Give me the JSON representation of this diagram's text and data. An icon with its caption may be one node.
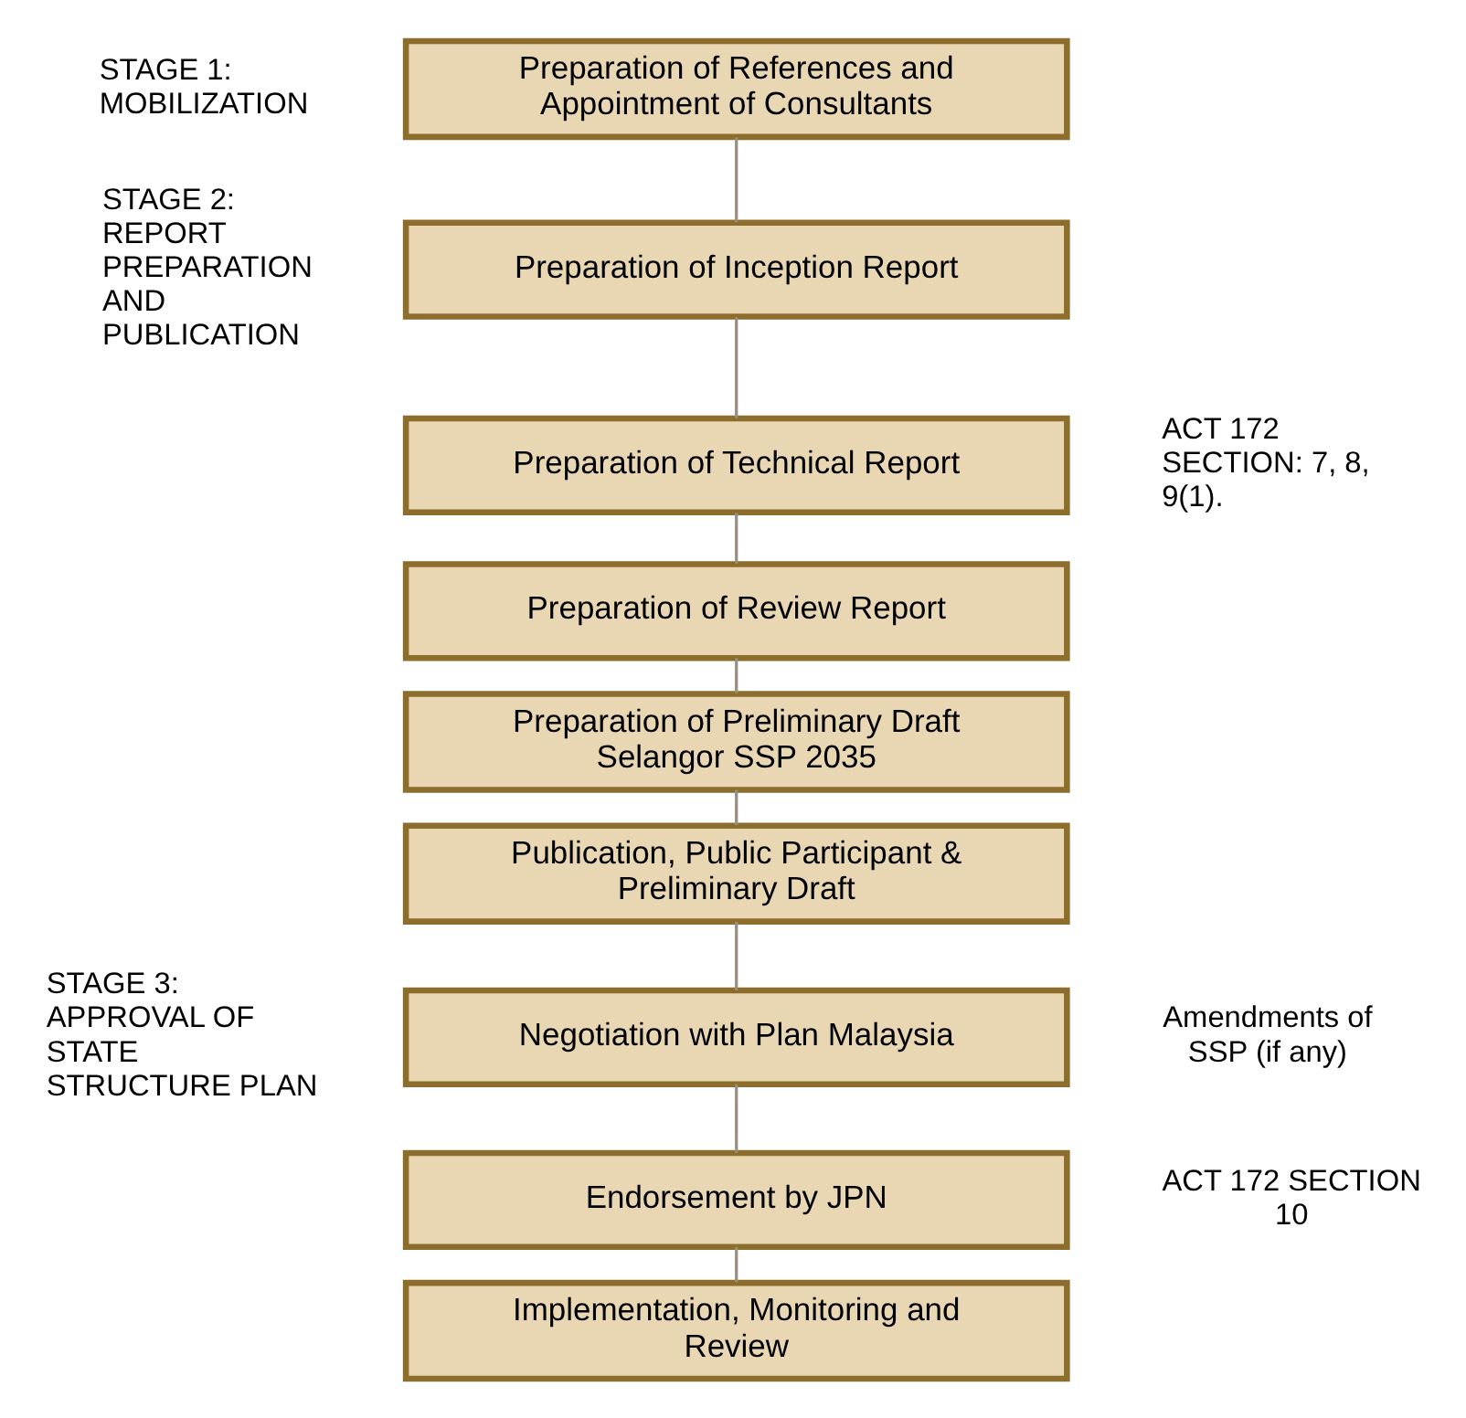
{
  "diagram": {
    "nodes": [
      {
        "text": [
          "Preparation of References and Appointment of Consultants"
        ]
      },
      {
        "text": [
          "Preparation of Inception Report"
        ]
      },
      {
        "text": [
          "Preparation of Technical Report"
        ]
      },
      {
        "text": [
          "Preparation of Review Report"
        ]
      },
      {
        "text": [
          "Preparation of Preliminary Draft Selangor SSP 2035"
        ]
      },
      {
        "text": [
          "Publication, Public Participant & Preliminary Draft"
        ]
      },
      {
        "text": [
          "Negotiation with Plan Malaysia"
        ],
        "beside": [
          "Amendments of SSP (if any)"
        ]
      },
      {
        "text": [
          "Endorsement by JPN"
        ],
        "beside": [
          "ACT 172 SECTION 10"
        ]
      },
      {
        "text": [
          "Implementation, Monitoring and Review"
        ]
      }
    ],
    "edges": [
      {
        "from": 0,
        "to": 1,
        "arrow": "none"
      },
      {
        "from": 1,
        "to": 2,
        "arrow": "none"
      },
      {
        "from": 2,
        "to": 3,
        "arrow": "none"
      },
      {
        "from": 3,
        "to": 4,
        "arrow": "none"
      },
      {
        "from": 4,
        "to": 5,
        "arrow": "none"
      },
      {
        "from": 5,
        "to": 6,
        "arrow": "none"
      },
      {
        "from": 6,
        "to": 7,
        "arrow": "none"
      },
      {
        "from": 7,
        "to": 8,
        "arrow": "none"
      }
    ],
    "labels": [
      "STAGE 1: MOBILIZATION",
      "STAGE 2: REPORT PREPARATION AND PUBLICATION",
      "ACT 172 SECTION: 7, 8, 9(1).",
      "STAGE 3: APPROVAL OF STATE STRUCTURE PLAN"
    ]
  }
}
